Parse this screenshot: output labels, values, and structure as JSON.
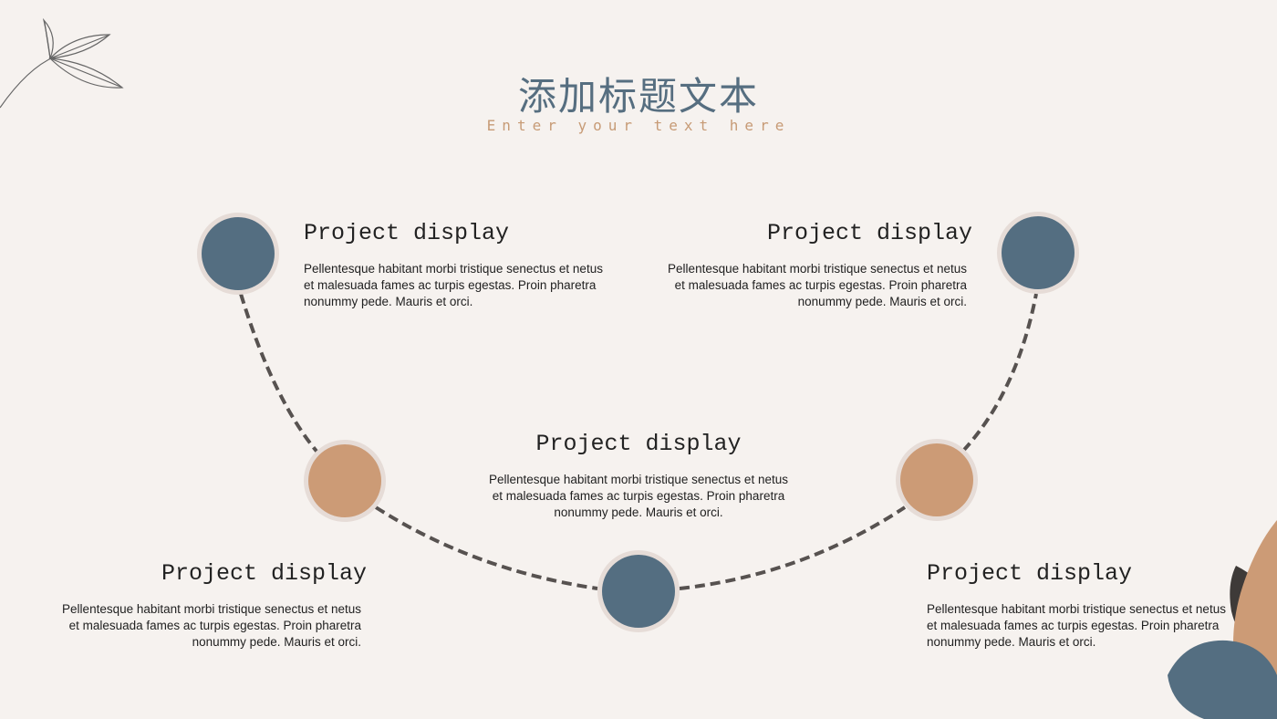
{
  "title": "添加标题文本",
  "subtitle": "Enter your text here",
  "items": [
    {
      "heading": "Project display",
      "text": "Pellentesque habitant morbi tristique senectus et netus et malesuada fames ac turpis egestas. Proin pharetra nonummy pede. Mauris et orci."
    },
    {
      "heading": "Project display",
      "text": "Pellentesque habitant morbi tristique senectus et netus et malesuada fames ac turpis egestas. Proin pharetra nonummy pede. Mauris et orci."
    },
    {
      "heading": "Project display",
      "text": "Pellentesque habitant morbi tristique senectus et netus et malesuada fames ac turpis egestas. Proin pharetra nonummy pede. Mauris et orci."
    },
    {
      "heading": "Project display",
      "text": "Pellentesque habitant morbi tristique senectus et netus et malesuada fames ac turpis egestas. Proin pharetra nonummy pede. Mauris et orci."
    },
    {
      "heading": "Project display",
      "text": "Pellentesque habitant morbi tristique senectus et netus et malesuada fames ac turpis egestas. Proin pharetra nonummy pede. Mauris et orci."
    }
  ],
  "colors": {
    "blue": "#546e81",
    "tan": "#cc9b76",
    "background": "#f6f2ef",
    "dash": "#575250"
  }
}
